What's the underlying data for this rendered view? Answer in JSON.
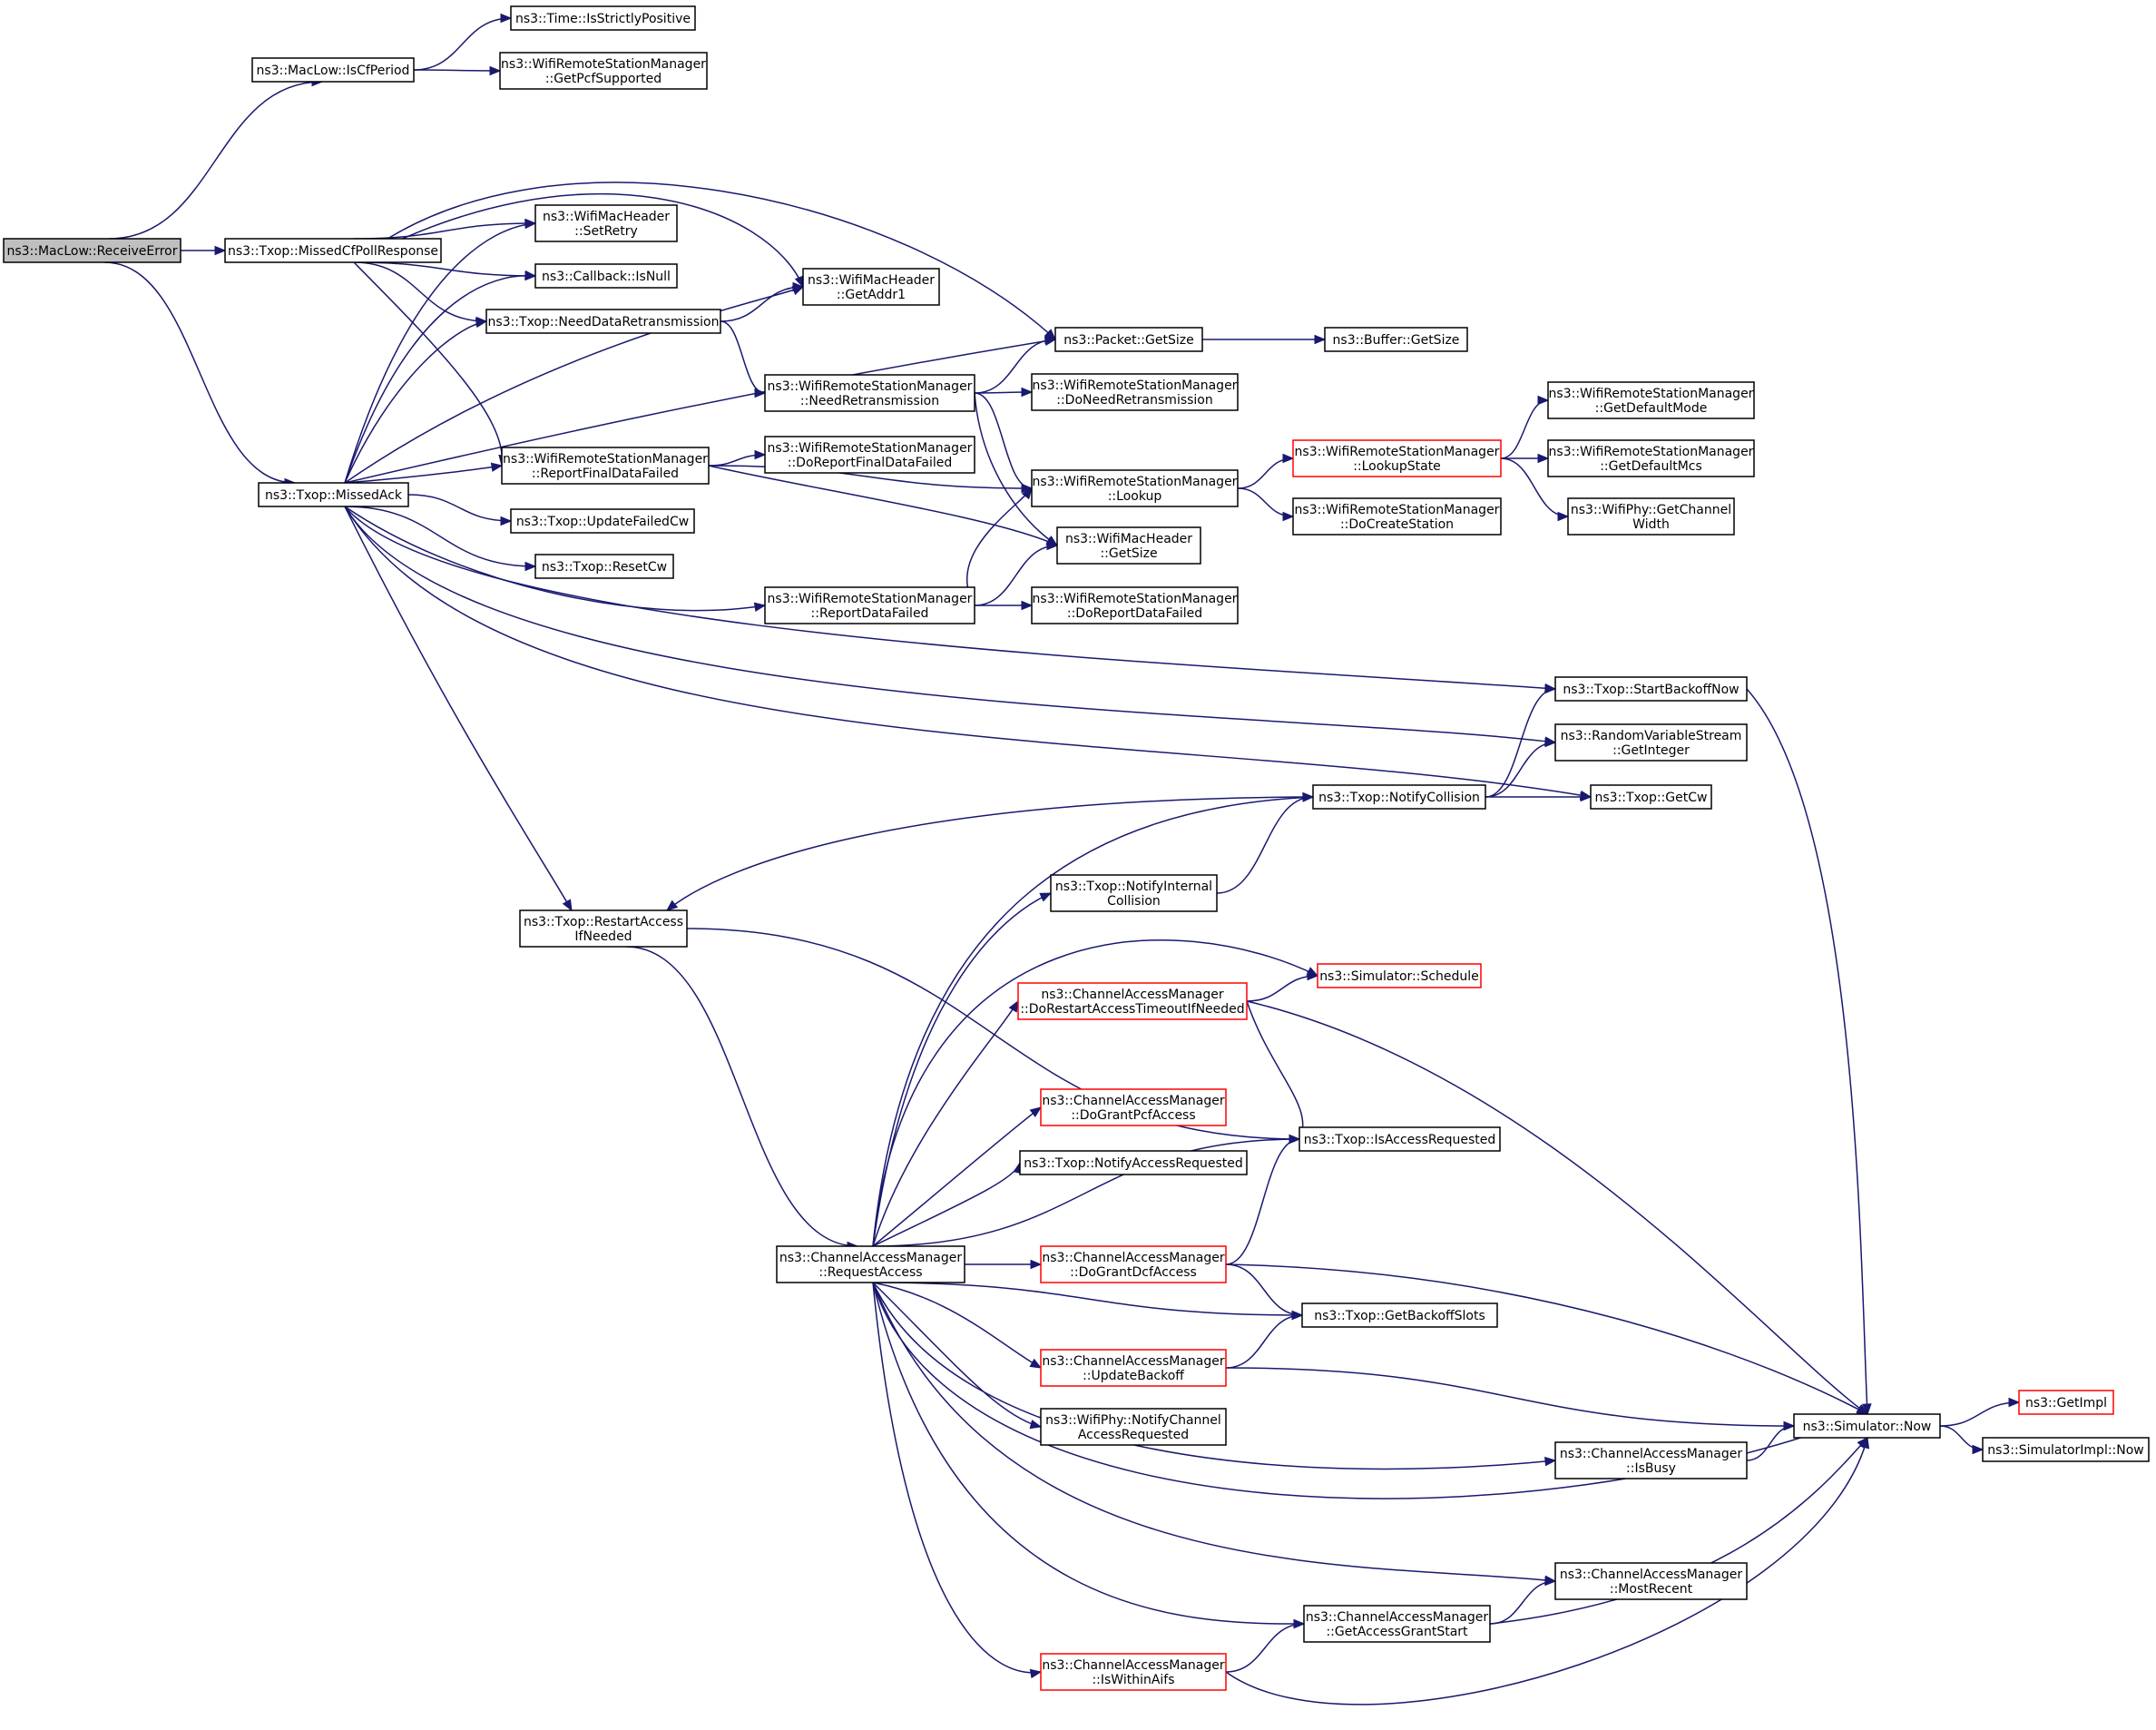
{
  "nodes": {
    "receiveError": {
      "lines": [
        "ns3::MacLow::ReceiveError"
      ],
      "style": "root"
    },
    "isCfPeriod": {
      "lines": [
        "ns3::MacLow::IsCfPeriod"
      ]
    },
    "isStrictlyPositive": {
      "lines": [
        "ns3::Time::IsStrictlyPositive"
      ]
    },
    "getPcfSupported": {
      "lines": [
        "ns3::WifiRemoteStationManager",
        "::GetPcfSupported"
      ]
    },
    "missedCfPollResponse": {
      "lines": [
        "ns3::Txop::MissedCfPollResponse"
      ]
    },
    "missedAck": {
      "lines": [
        "ns3::Txop::MissedAck"
      ]
    },
    "setRetry": {
      "lines": [
        "ns3::WifiMacHeader",
        "::SetRetry"
      ]
    },
    "callbackIsNull": {
      "lines": [
        "ns3::Callback::IsNull"
      ]
    },
    "getAddr1": {
      "lines": [
        "ns3::WifiMacHeader",
        "::GetAddr1"
      ]
    },
    "needDataRetransmission": {
      "lines": [
        "ns3::Txop::NeedDataRetransmission"
      ]
    },
    "packetGetSize": {
      "lines": [
        "ns3::Packet::GetSize"
      ]
    },
    "bufferGetSize": {
      "lines": [
        "ns3::Buffer::GetSize"
      ]
    },
    "needRetransmission": {
      "lines": [
        "ns3::WifiRemoteStationManager",
        "::NeedRetransmission"
      ]
    },
    "doNeedRetransmission": {
      "lines": [
        "ns3::WifiRemoteStationManager",
        "::DoNeedRetransmission"
      ]
    },
    "reportFinalDataFailed": {
      "lines": [
        "ns3::WifiRemoteStationManager",
        "::ReportFinalDataFailed"
      ]
    },
    "doReportFinalDataFailed": {
      "lines": [
        "ns3::WifiRemoteStationManager",
        "::DoReportFinalDataFailed"
      ]
    },
    "lookup": {
      "lines": [
        "ns3::WifiRemoteStationManager",
        "::Lookup"
      ]
    },
    "lookupState": {
      "lines": [
        "ns3::WifiRemoteStationManager",
        "::LookupState"
      ],
      "style": "red"
    },
    "doCreateStation": {
      "lines": [
        "ns3::WifiRemoteStationManager",
        "::DoCreateStation"
      ]
    },
    "getDefaultMode": {
      "lines": [
        "ns3::WifiRemoteStationManager",
        "::GetDefaultMode"
      ]
    },
    "getDefaultMcs": {
      "lines": [
        "ns3::WifiRemoteStationManager",
        "::GetDefaultMcs"
      ]
    },
    "getChannelWidth": {
      "lines": [
        "ns3::WifiPhy::GetChannel",
        "Width"
      ]
    },
    "macHeaderGetSize": {
      "lines": [
        "ns3::WifiMacHeader",
        "::GetSize"
      ]
    },
    "updateFailedCw": {
      "lines": [
        "ns3::Txop::UpdateFailedCw"
      ]
    },
    "resetCw": {
      "lines": [
        "ns3::Txop::ResetCw"
      ]
    },
    "reportDataFailed": {
      "lines": [
        "ns3::WifiRemoteStationManager",
        "::ReportDataFailed"
      ]
    },
    "doReportDataFailed": {
      "lines": [
        "ns3::WifiRemoteStationManager",
        "::DoReportDataFailed"
      ]
    },
    "startBackoffNow": {
      "lines": [
        "ns3::Txop::StartBackoffNow"
      ]
    },
    "getInteger": {
      "lines": [
        "ns3::RandomVariableStream",
        "::GetInteger"
      ]
    },
    "notifyCollision": {
      "lines": [
        "ns3::Txop::NotifyCollision"
      ]
    },
    "getCw": {
      "lines": [
        "ns3::Txop::GetCw"
      ]
    },
    "notifyInternalCollision": {
      "lines": [
        "ns3::Txop::NotifyInternal",
        "Collision"
      ]
    },
    "restartAccessIfNeeded": {
      "lines": [
        "ns3::Txop::RestartAccess",
        "IfNeeded"
      ]
    },
    "schedule": {
      "lines": [
        "ns3::Simulator::Schedule"
      ],
      "style": "red"
    },
    "doRestartAccessTimeout": {
      "lines": [
        "ns3::ChannelAccessManager",
        "::DoRestartAccessTimeoutIfNeeded"
      ],
      "style": "red"
    },
    "doGrantPcfAccess": {
      "lines": [
        "ns3::ChannelAccessManager",
        "::DoGrantPcfAccess"
      ],
      "style": "red"
    },
    "isAccessRequested": {
      "lines": [
        "ns3::Txop::IsAccessRequested"
      ]
    },
    "notifyAccessRequested": {
      "lines": [
        "ns3::Txop::NotifyAccessRequested"
      ]
    },
    "requestAccess": {
      "lines": [
        "ns3::ChannelAccessManager",
        "::RequestAccess"
      ]
    },
    "doGrantDcfAccess": {
      "lines": [
        "ns3::ChannelAccessManager",
        "::DoGrantDcfAccess"
      ],
      "style": "red"
    },
    "getBackoffSlots": {
      "lines": [
        "ns3::Txop::GetBackoffSlots"
      ]
    },
    "updateBackoff": {
      "lines": [
        "ns3::ChannelAccessManager",
        "::UpdateBackoff"
      ],
      "style": "red"
    },
    "notifyChannelAccessRequested": {
      "lines": [
        "ns3::WifiPhy::NotifyChannel",
        "AccessRequested"
      ]
    },
    "simulatorNow": {
      "lines": [
        "ns3::Simulator::Now"
      ]
    },
    "getImpl": {
      "lines": [
        "ns3::GetImpl"
      ],
      "style": "red"
    },
    "simulatorImplNow": {
      "lines": [
        "ns3::SimulatorImpl::Now"
      ]
    },
    "isBusy": {
      "lines": [
        "ns3::ChannelAccessManager",
        "::IsBusy"
      ]
    },
    "mostRecent": {
      "lines": [
        "ns3::ChannelAccessManager",
        "::MostRecent"
      ]
    },
    "getAccessGrantStart": {
      "lines": [
        "ns3::ChannelAccessManager",
        "::GetAccessGrantStart"
      ]
    },
    "isWithinAifs": {
      "lines": [
        "ns3::ChannelAccessManager",
        "::IsWithinAifs"
      ],
      "style": "red"
    }
  },
  "edges": [
    [
      "receiveError",
      "isCfPeriod"
    ],
    [
      "receiveError",
      "missedCfPollResponse"
    ],
    [
      "receiveError",
      "missedAck"
    ],
    [
      "isCfPeriod",
      "isStrictlyPositive"
    ],
    [
      "isCfPeriod",
      "getPcfSupported"
    ],
    [
      "missedCfPollResponse",
      "setRetry"
    ],
    [
      "missedCfPollResponse",
      "callbackIsNull"
    ],
    [
      "missedCfPollResponse",
      "getAddr1"
    ],
    [
      "missedCfPollResponse",
      "needDataRetransmission"
    ],
    [
      "missedCfPollResponse",
      "packetGetSize"
    ],
    [
      "missedCfPollResponse",
      "reportFinalDataFailed"
    ],
    [
      "missedAck",
      "setRetry"
    ],
    [
      "missedAck",
      "callbackIsNull"
    ],
    [
      "missedAck",
      "getAddr1"
    ],
    [
      "missedAck",
      "needDataRetransmission"
    ],
    [
      "missedAck",
      "packetGetSize"
    ],
    [
      "missedAck",
      "reportFinalDataFailed"
    ],
    [
      "missedAck",
      "updateFailedCw"
    ],
    [
      "missedAck",
      "resetCw"
    ],
    [
      "missedAck",
      "reportDataFailed"
    ],
    [
      "missedAck",
      "startBackoffNow"
    ],
    [
      "missedAck",
      "getInteger"
    ],
    [
      "missedAck",
      "getCw"
    ],
    [
      "missedAck",
      "restartAccessIfNeeded"
    ],
    [
      "needDataRetransmission",
      "getAddr1"
    ],
    [
      "needDataRetransmission",
      "needRetransmission"
    ],
    [
      "packetGetSize",
      "bufferGetSize"
    ],
    [
      "needRetransmission",
      "packetGetSize"
    ],
    [
      "needRetransmission",
      "doNeedRetransmission"
    ],
    [
      "needRetransmission",
      "lookup"
    ],
    [
      "needRetransmission",
      "macHeaderGetSize"
    ],
    [
      "reportFinalDataFailed",
      "doReportFinalDataFailed"
    ],
    [
      "reportFinalDataFailed",
      "lookup"
    ],
    [
      "reportFinalDataFailed",
      "macHeaderGetSize"
    ],
    [
      "lookup",
      "lookupState"
    ],
    [
      "lookup",
      "doCreateStation"
    ],
    [
      "lookupState",
      "getDefaultMode"
    ],
    [
      "lookupState",
      "getDefaultMcs"
    ],
    [
      "lookupState",
      "getChannelWidth"
    ],
    [
      "reportDataFailed",
      "lookup"
    ],
    [
      "reportDataFailed",
      "macHeaderGetSize"
    ],
    [
      "reportDataFailed",
      "doReportDataFailed"
    ],
    [
      "startBackoffNow",
      "simulatorNow"
    ],
    [
      "notifyCollision",
      "startBackoffNow"
    ],
    [
      "notifyCollision",
      "getInteger"
    ],
    [
      "notifyCollision",
      "getCw"
    ],
    [
      "notifyCollision",
      "restartAccessIfNeeded"
    ],
    [
      "notifyInternalCollision",
      "notifyCollision"
    ],
    [
      "restartAccessIfNeeded",
      "isAccessRequested"
    ],
    [
      "restartAccessIfNeeded",
      "requestAccess"
    ],
    [
      "requestAccess",
      "notifyCollision"
    ],
    [
      "requestAccess",
      "notifyInternalCollision"
    ],
    [
      "requestAccess",
      "schedule"
    ],
    [
      "requestAccess",
      "doRestartAccessTimeout"
    ],
    [
      "requestAccess",
      "doGrantPcfAccess"
    ],
    [
      "requestAccess",
      "notifyAccessRequested"
    ],
    [
      "requestAccess",
      "isAccessRequested"
    ],
    [
      "requestAccess",
      "doGrantDcfAccess"
    ],
    [
      "requestAccess",
      "getBackoffSlots"
    ],
    [
      "requestAccess",
      "updateBackoff"
    ],
    [
      "requestAccess",
      "notifyChannelAccessRequested"
    ],
    [
      "requestAccess",
      "isBusy"
    ],
    [
      "requestAccess",
      "simulatorNow"
    ],
    [
      "requestAccess",
      "mostRecent"
    ],
    [
      "requestAccess",
      "getAccessGrantStart"
    ],
    [
      "requestAccess",
      "isWithinAifs"
    ],
    [
      "doRestartAccessTimeout",
      "schedule"
    ],
    [
      "doRestartAccessTimeout",
      "isAccessRequested"
    ],
    [
      "doRestartAccessTimeout",
      "simulatorNow"
    ],
    [
      "doGrantDcfAccess",
      "isAccessRequested"
    ],
    [
      "doGrantDcfAccess",
      "getBackoffSlots"
    ],
    [
      "doGrantDcfAccess",
      "simulatorNow"
    ],
    [
      "updateBackoff",
      "getBackoffSlots"
    ],
    [
      "updateBackoff",
      "simulatorNow"
    ],
    [
      "isBusy",
      "simulatorNow"
    ],
    [
      "simulatorNow",
      "getImpl"
    ],
    [
      "simulatorNow",
      "simulatorImplNow"
    ],
    [
      "getAccessGrantStart",
      "mostRecent"
    ],
    [
      "getAccessGrantStart",
      "simulatorNow"
    ],
    [
      "isWithinAifs",
      "getAccessGrantStart"
    ],
    [
      "isWithinAifs",
      "simulatorNow"
    ]
  ]
}
